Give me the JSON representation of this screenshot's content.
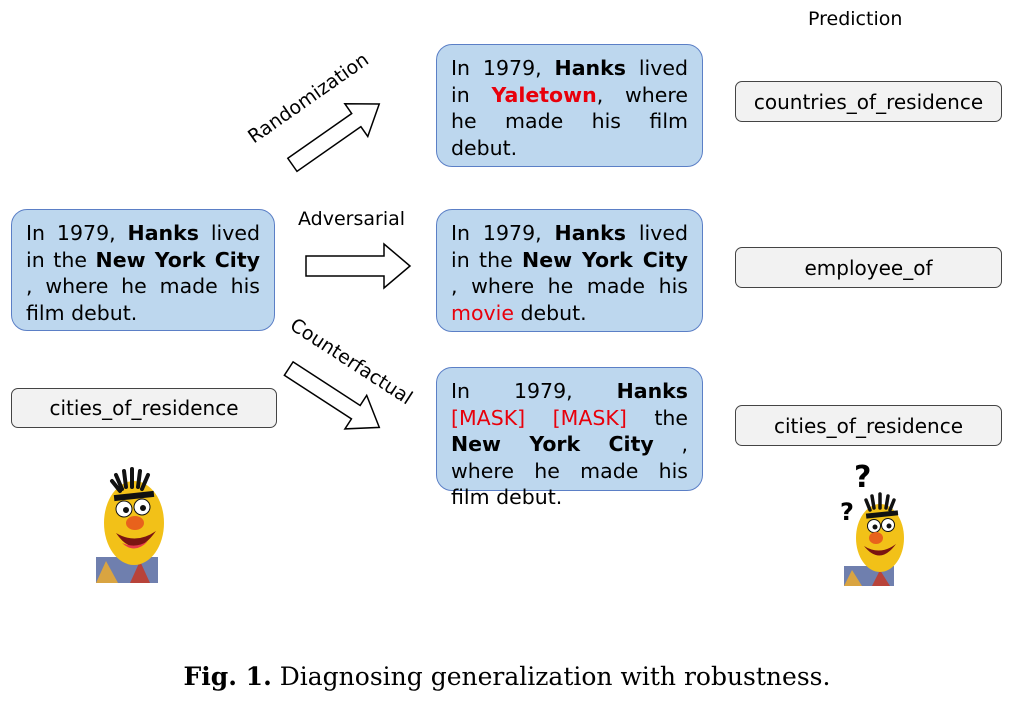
{
  "figure": {
    "prediction_header": "Prediction",
    "source": {
      "sentence": {
        "p1": "In 1979, ",
        "subj": "Hanks",
        "p2": " lived in the ",
        "obj": "New York City",
        "p3": " , where he made his film debut."
      },
      "label": "cities_of_residence"
    },
    "methods": {
      "randomization": "Randomization",
      "adversarial": "Adversarial",
      "counterfactual": "Counterfactual"
    },
    "randomization_example": {
      "p1": "In 1979, ",
      "subj": "Hanks",
      "p2": " lived in ",
      "changed": "Yaletown",
      "p3": ", where he made his film debut.",
      "prediction": "countries_of_residence"
    },
    "adversarial_example": {
      "p1": "In 1979, ",
      "subj": "Hanks",
      "p2": " lived in the ",
      "obj": "New York City",
      "p3": " , where he made his ",
      "changed": "movie",
      "p4": " debut.",
      "prediction": "employee_of"
    },
    "counterfactual_example": {
      "p1": "In 1979, ",
      "subj": "Hanks",
      "mask1": "[MASK]",
      "mask2": "[MASK]",
      "p2": " the ",
      "obj": "New York City",
      "p3": " , where he made his film debut.",
      "prediction": "cities_of_residence"
    },
    "question_marks": [
      "?",
      "?"
    ],
    "colors": {
      "box_fill": "#bdd7ee",
      "box_border": "#5b7fc6",
      "highlight": "#e8000b",
      "pill_fill": "#f2f2f2"
    },
    "icons": [
      "arrow-right-icon",
      "bert-mascot-icon",
      "confused-bert-mascot-icon"
    ]
  },
  "caption": {
    "label": "Fig. 1.",
    "text": " Diagnosing generalization with robustness."
  }
}
